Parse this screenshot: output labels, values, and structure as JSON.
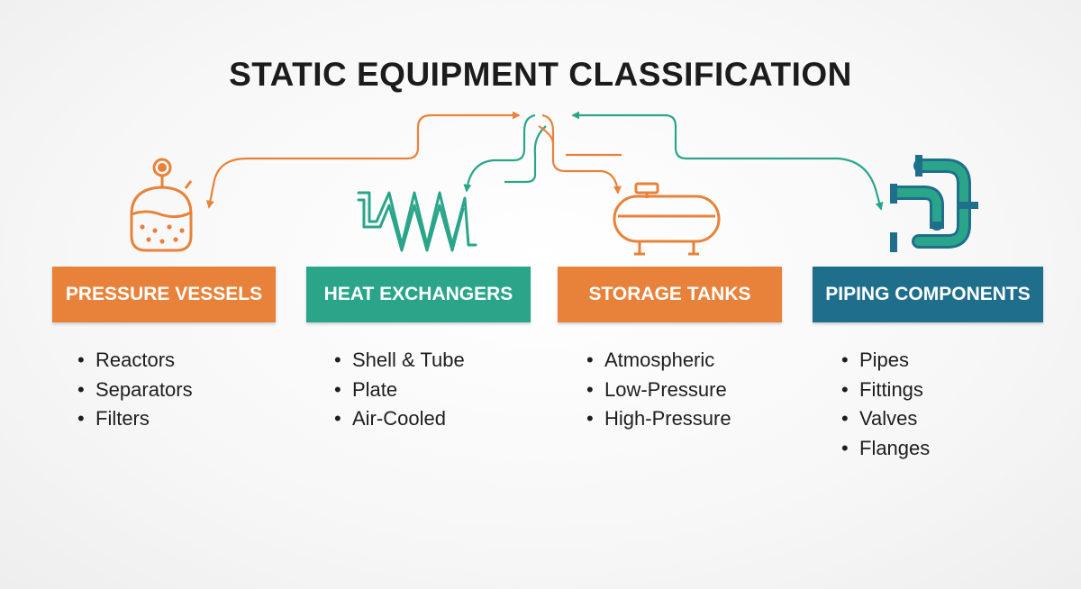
{
  "title": "STATIC EQUIPMENT CLASSIFICATION",
  "colors": {
    "orange": "#E8823A",
    "teal": "#2BA58A",
    "blue": "#1E6E8C",
    "text": "#1C1C1C"
  },
  "categories": [
    {
      "label": "PRESSURE VESSELS",
      "color": "#E8823A",
      "icon": "pressure-vessel-icon",
      "items": [
        "Reactors",
        "Separators",
        "Filters"
      ]
    },
    {
      "label": "HEAT EXCHANGERS",
      "color": "#2BA58A",
      "icon": "heat-exchanger-coil-icon",
      "items": [
        "Shell & Tube",
        "Plate",
        "Air-Cooled"
      ]
    },
    {
      "label": "STORAGE TANKS",
      "color": "#E8823A",
      "icon": "storage-tank-icon",
      "items": [
        "Atmospheric",
        "Low-Pressure",
        "High-Pressure"
      ]
    },
    {
      "label": "PIPING COMPONENTS",
      "color": "#1E6E8C",
      "icon": "piping-components-icon",
      "items": [
        "Pipes",
        "Fittings",
        "Valves",
        "Flanges"
      ]
    }
  ]
}
